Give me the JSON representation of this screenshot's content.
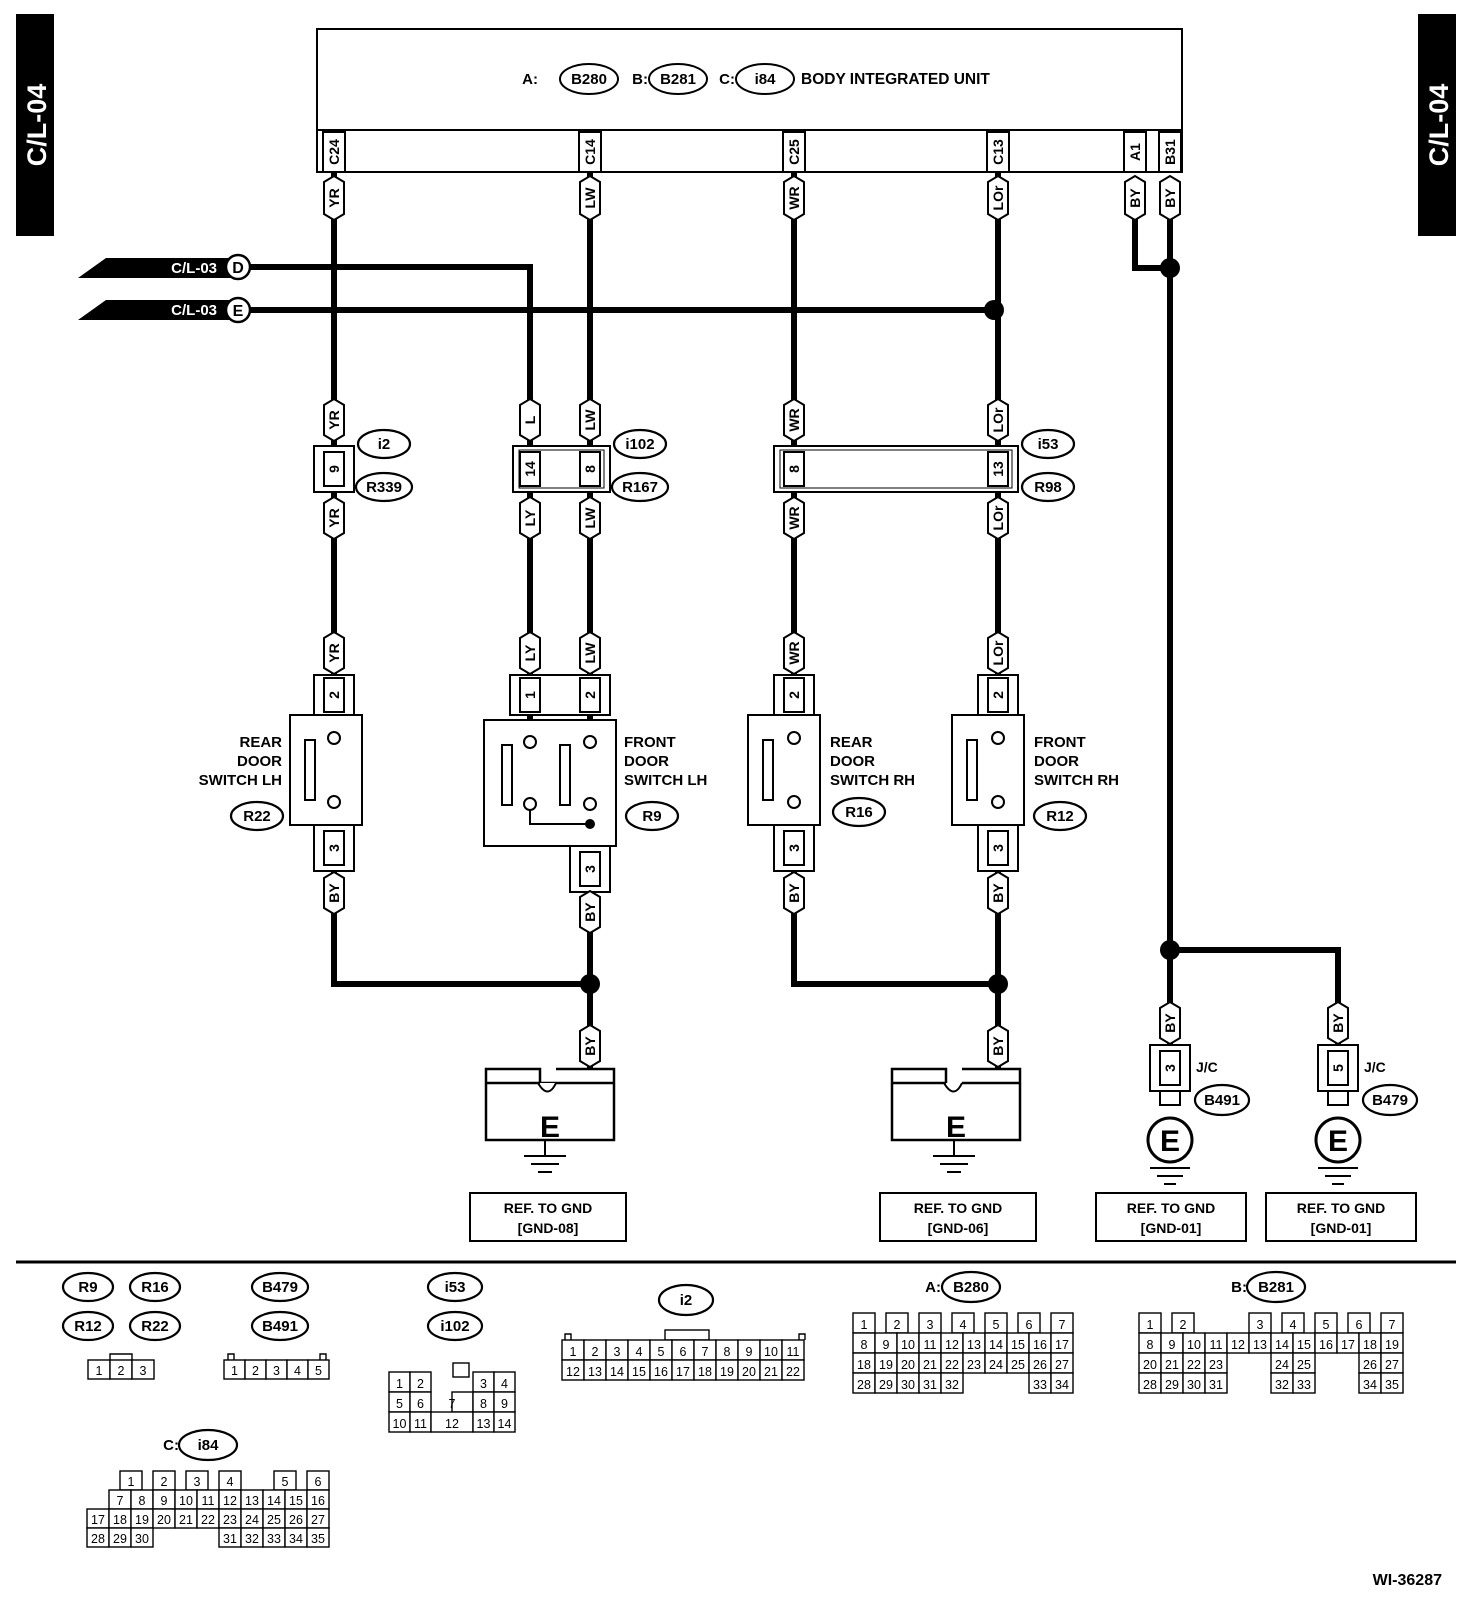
{
  "page_tag": "C/L-04",
  "unit": {
    "a_prefix": "A:",
    "a_conn": "B280",
    "b_prefix": "B:",
    "b_conn": "B281",
    "c_prefix": "C:",
    "c_conn": "i84",
    "name": "BODY INTEGRATED UNIT"
  },
  "unit_pins": [
    "C24",
    "C14",
    "C25",
    "C13",
    "A1",
    "B31"
  ],
  "unit_wires": [
    "YR",
    "LW",
    "WR",
    "LOr",
    "BY",
    "BY"
  ],
  "refs": {
    "ref_d": "C/L-03",
    "letter_d": "D",
    "ref_e": "C/L-03",
    "letter_e": "E"
  },
  "mid_connectors": {
    "yr": {
      "top": "YR",
      "pin": "9",
      "bottom": "YR"
    },
    "l": {
      "top": "L",
      "pin": "14",
      "bottom": "LY"
    },
    "lw": {
      "top": "LW",
      "pin": "8",
      "bottom": "LW"
    },
    "wr": {
      "top": "WR",
      "pin": "8",
      "bottom": "WR"
    },
    "lor": {
      "top": "LOr",
      "pin": "13",
      "bottom": "LOr"
    },
    "labels": {
      "c1": "i2",
      "c2": "R339",
      "c3": "i102",
      "c4": "R167",
      "c5": "i53",
      "c6": "R98"
    }
  },
  "switches": {
    "rear_lh": {
      "label": [
        "REAR",
        "DOOR",
        "SWITCH LH"
      ],
      "conn": "R22",
      "wire_in": "YR",
      "pin_in": "2",
      "pin_out": "3",
      "wire_out": "BY"
    },
    "front_lh": {
      "label": [
        "FRONT",
        "DOOR",
        "SWITCH LH"
      ],
      "conn": "R9",
      "wire_in1": "LY",
      "wire_in2": "LW",
      "pin_in1": "1",
      "pin_in2": "2",
      "pin_out": "3",
      "wire_out": "BY"
    },
    "rear_rh": {
      "label": [
        "REAR",
        "DOOR",
        "SWITCH RH"
      ],
      "conn": "R16",
      "wire_in": "WR",
      "pin_in": "2",
      "pin_out": "3",
      "wire_out": "BY"
    },
    "front_rh": {
      "label": [
        "FRONT",
        "DOOR",
        "SWITCH RH"
      ],
      "conn": "R12",
      "wire_in": "LOr",
      "pin_in": "2",
      "pin_out": "3",
      "wire_out": "BY"
    }
  },
  "grounds": {
    "g1": {
      "wire": "BY",
      "letter": "E",
      "ref": [
        "REF. TO GND",
        "[GND-08]"
      ]
    },
    "g2": {
      "wire": "BY",
      "letter": "E",
      "ref": [
        "REF. TO GND",
        "[GND-06]"
      ]
    },
    "g3": {
      "wire": "BY",
      "pin": "3",
      "jc": "J/C",
      "conn": "B491",
      "letter": "E",
      "ref": [
        "REF. TO GND",
        "[GND-01]"
      ]
    },
    "g4": {
      "wire": "BY",
      "pin": "5",
      "jc": "J/C",
      "conn": "B479",
      "letter": "E",
      "ref": [
        "REF. TO GND",
        "[GND-01]"
      ]
    }
  },
  "legend": {
    "small": [
      "R9",
      "R16",
      "R12",
      "R22"
    ],
    "small_pins": [
      "1",
      "2",
      "3"
    ],
    "b479_b491": [
      "B479",
      "B491"
    ],
    "b_pins": [
      "1",
      "2",
      "3",
      "4",
      "5"
    ],
    "i53_i102": [
      "i53",
      "i102"
    ],
    "i53_rows": [
      [
        "1",
        "2",
        "3",
        "4"
      ],
      [
        "5",
        "6",
        "7",
        "8",
        "9"
      ],
      [
        "10",
        "11",
        "12",
        "13",
        "14"
      ]
    ],
    "i2": "i2",
    "i2_rows": [
      [
        "1",
        "2",
        "3",
        "4",
        "5",
        "6",
        "7",
        "8",
        "9",
        "10",
        "11"
      ],
      [
        "12",
        "13",
        "14",
        "15",
        "16",
        "17",
        "18",
        "19",
        "20",
        "21",
        "22"
      ]
    ],
    "b280_prefix": "A:",
    "b280": "B280",
    "b280_rows": [
      [
        "1",
        "2",
        "3",
        "4",
        "5",
        "6",
        "7"
      ],
      [
        "8",
        "9",
        "10",
        "11",
        "12",
        "13",
        "14",
        "15",
        "16",
        "17"
      ],
      [
        "18",
        "19",
        "20",
        "21",
        "22",
        "23",
        "24",
        "25",
        "26",
        "27"
      ],
      [
        "28",
        "29",
        "30",
        "31",
        "32",
        "33",
        "34"
      ]
    ],
    "b281_prefix": "B:",
    "b281": "B281",
    "b281_rows": [
      [
        "1",
        "2",
        "3",
        "4",
        "5",
        "6",
        "7"
      ],
      [
        "8",
        "9",
        "10",
        "11",
        "12",
        "13",
        "14",
        "15",
        "16",
        "17",
        "18",
        "19"
      ],
      [
        "20",
        "21",
        "22",
        "23",
        "24",
        "25",
        "26",
        "27"
      ],
      [
        "28",
        "29",
        "30",
        "31",
        "32",
        "33",
        "34",
        "35"
      ]
    ],
    "i84_prefix": "C:",
    "i84": "i84",
    "i84_rows": [
      [
        "1",
        "2",
        "3",
        "4",
        "5",
        "6"
      ],
      [
        "7",
        "8",
        "9",
        "10",
        "11",
        "12",
        "13",
        "14",
        "15",
        "16"
      ],
      [
        "17",
        "18",
        "19",
        "20",
        "21",
        "22",
        "23",
        "24",
        "25",
        "26",
        "27"
      ],
      [
        "28",
        "29",
        "30",
        "31",
        "32",
        "33",
        "34",
        "35"
      ]
    ]
  },
  "figure_id": "WI-36287"
}
